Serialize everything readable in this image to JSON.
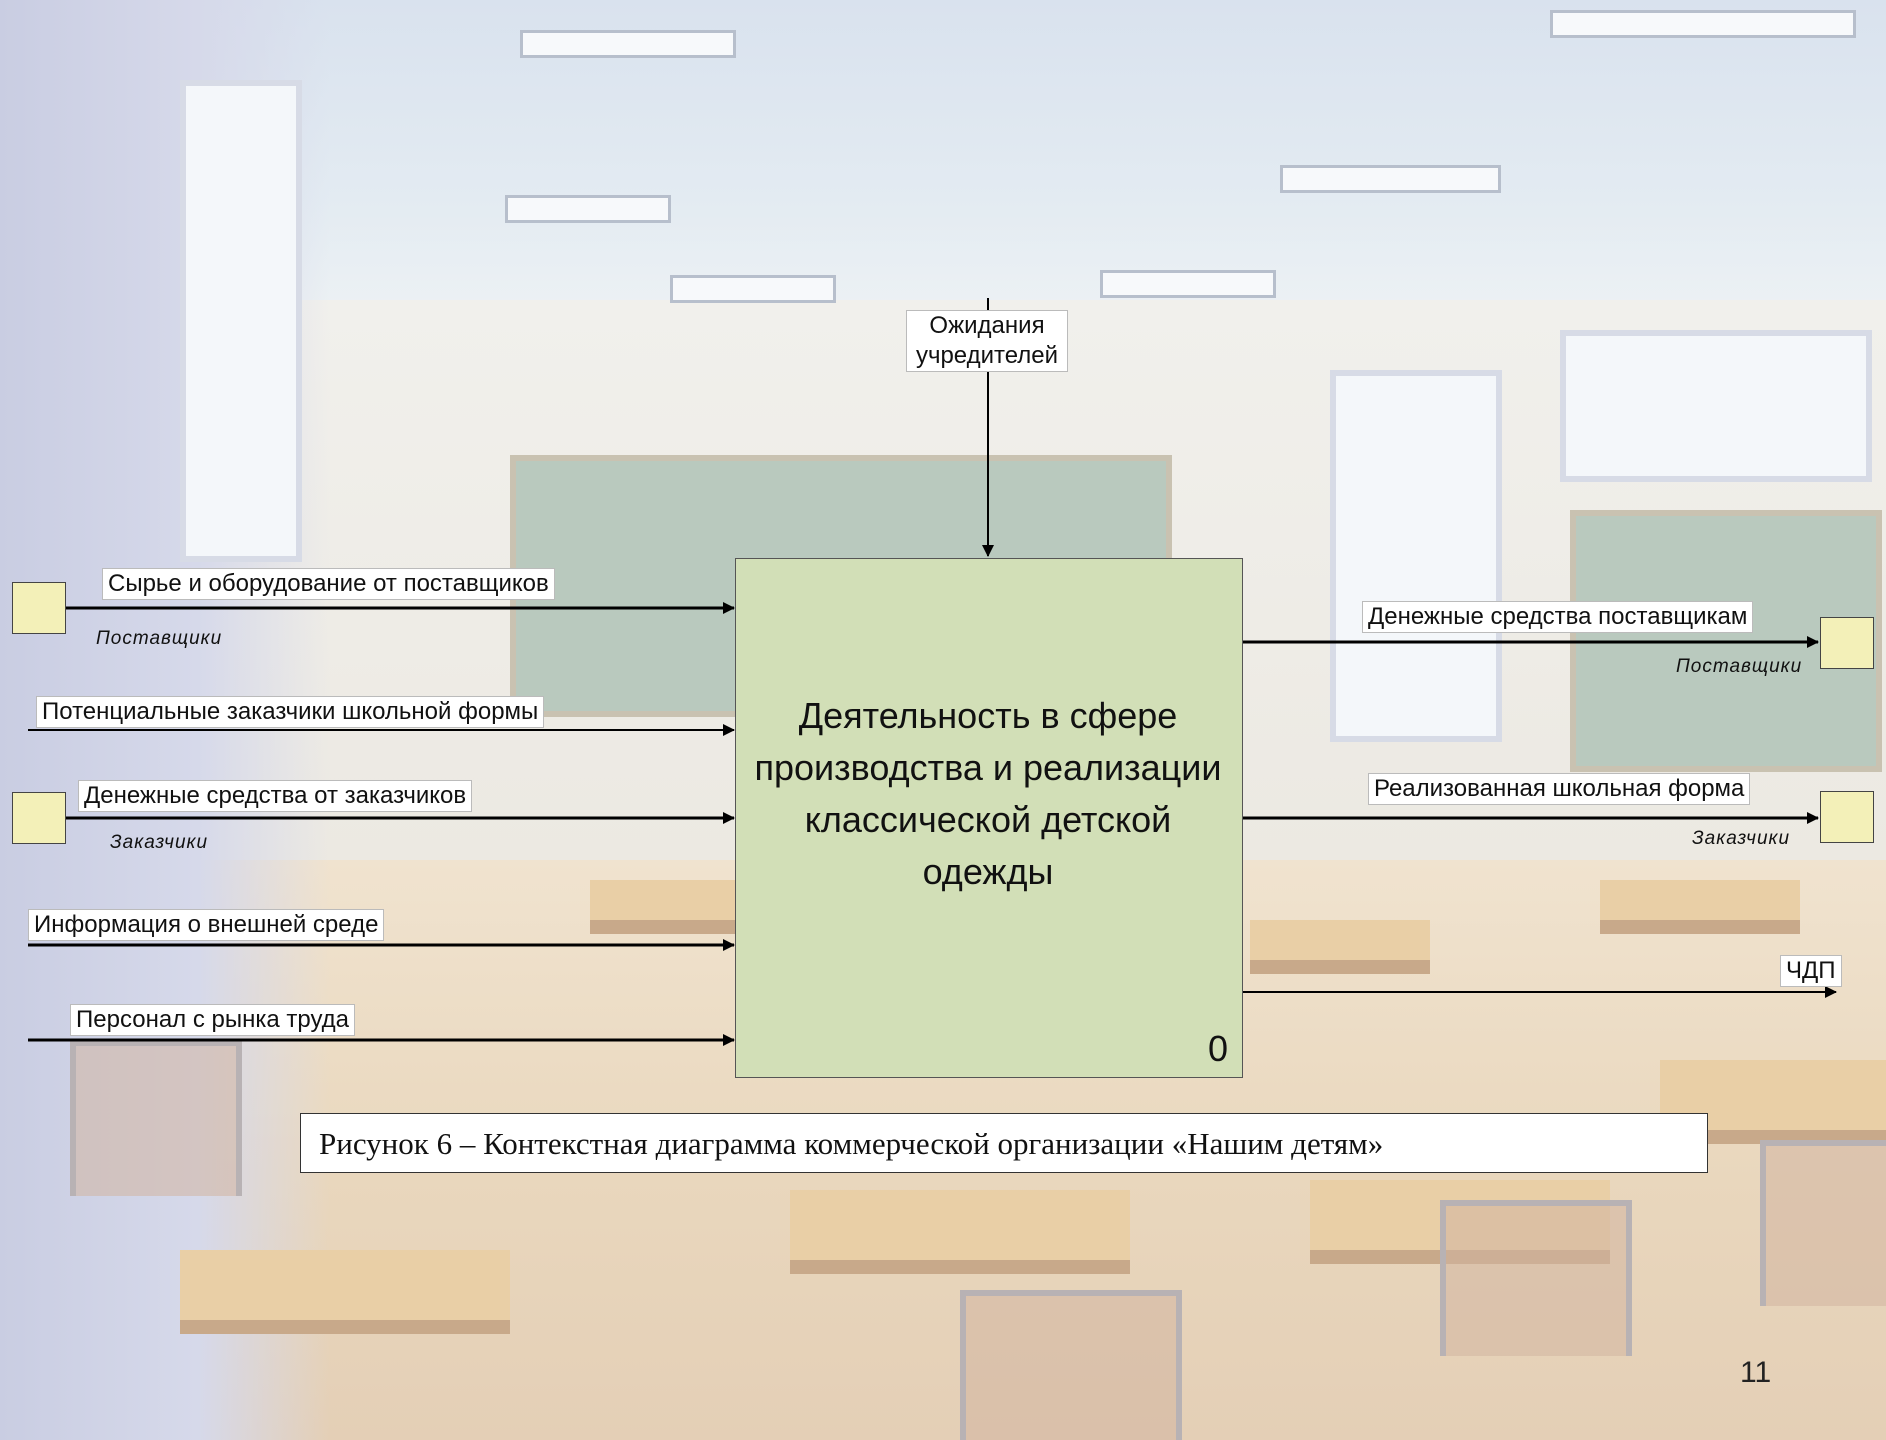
{
  "function": {
    "title": "Деятельность в сфере производства и реализации классической детской одежды",
    "number": "0"
  },
  "controls": [
    {
      "label": "Ожидания учредителей"
    }
  ],
  "inputs": [
    {
      "label": "Сырье и оборудование от поставщиков",
      "tunnel": "Поставщики"
    },
    {
      "label": "Потенциальные заказчики школьной формы"
    },
    {
      "label": "Денежные средства от заказчиков",
      "tunnel": "Заказчики"
    },
    {
      "label": "Информация о внешней среде"
    },
    {
      "label": "Персонал с рынка труда"
    }
  ],
  "outputs": [
    {
      "label": "Денежные средства поставщикам",
      "tunnel": "Поставщики"
    },
    {
      "label": "Реализованная школьная форма",
      "tunnel": "Заказчики"
    },
    {
      "label": "ЧДП"
    }
  ],
  "caption": "Рисунок 6 – Контекстная диаграмма коммерческой организации «Нашим детям»",
  "page_number": "11"
}
